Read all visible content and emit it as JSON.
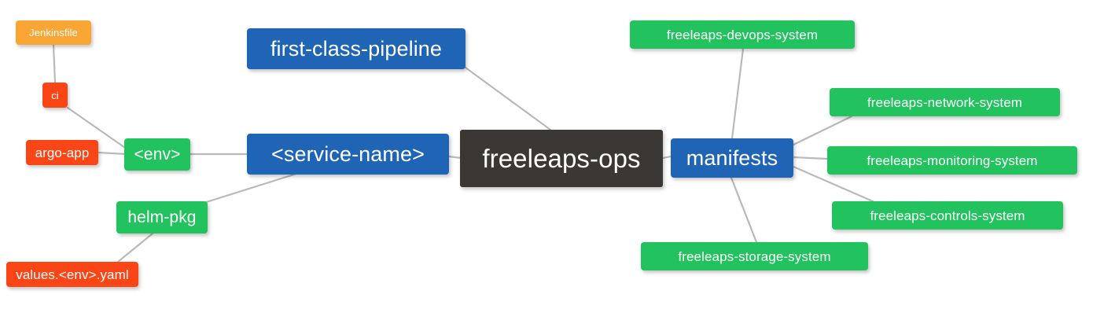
{
  "diagram": {
    "type": "mindmap",
    "title": "freeleaps-ops",
    "background": "#ffffff",
    "edge_color": "#b9b9b9",
    "palette": {
      "root": "#3b3733",
      "blue": "#1f64b5",
      "green": "#22c35e",
      "orange": "#faa634",
      "red": "#fa4616",
      "text": "#ffffff"
    }
  },
  "nodes": [
    {
      "id": "root",
      "label": "freeleaps-ops",
      "color_role": "root",
      "level": 0
    },
    {
      "id": "service",
      "label": "<service-name>",
      "color_role": "blue",
      "level": 1
    },
    {
      "id": "manifests",
      "label": "manifests",
      "color_role": "blue",
      "level": 1
    },
    {
      "id": "pipeline",
      "label": "first-class-pipeline",
      "color_role": "blue",
      "level": 1
    },
    {
      "id": "env",
      "label": "<env>",
      "color_role": "green",
      "level": 2
    },
    {
      "id": "helm",
      "label": "helm-pkg",
      "color_role": "green",
      "level": 2
    },
    {
      "id": "ci",
      "label": "ci",
      "color_role": "red",
      "level": 3
    },
    {
      "id": "argo",
      "label": "argo-app",
      "color_role": "red",
      "level": 3
    },
    {
      "id": "values",
      "label": "values.<env>.yaml",
      "color_role": "red",
      "level": 3
    },
    {
      "id": "jenkins",
      "label": "Jenkinsfile",
      "color_role": "orange",
      "level": 4
    },
    {
      "id": "devops",
      "label": "freeleaps-devops-system",
      "color_role": "green",
      "level": 2
    },
    {
      "id": "network",
      "label": "freeleaps-network-system",
      "color_role": "green",
      "level": 2
    },
    {
      "id": "monitoring",
      "label": "freeleaps-monitoring-system",
      "color_role": "green",
      "level": 2
    },
    {
      "id": "controls",
      "label": "freeleaps-controls-system",
      "color_role": "green",
      "level": 2
    },
    {
      "id": "storage",
      "label": "freeleaps-storage-system",
      "color_role": "green",
      "level": 2
    }
  ],
  "edges": [
    {
      "from": "root",
      "to": "service"
    },
    {
      "from": "root",
      "to": "manifests"
    },
    {
      "from": "root",
      "to": "pipeline"
    },
    {
      "from": "service",
      "to": "env"
    },
    {
      "from": "service",
      "to": "helm"
    },
    {
      "from": "env",
      "to": "ci"
    },
    {
      "from": "env",
      "to": "argo"
    },
    {
      "from": "ci",
      "to": "jenkins"
    },
    {
      "from": "helm",
      "to": "values"
    },
    {
      "from": "manifests",
      "to": "devops"
    },
    {
      "from": "manifests",
      "to": "network"
    },
    {
      "from": "manifests",
      "to": "monitoring"
    },
    {
      "from": "manifests",
      "to": "controls"
    },
    {
      "from": "manifests",
      "to": "storage"
    }
  ]
}
